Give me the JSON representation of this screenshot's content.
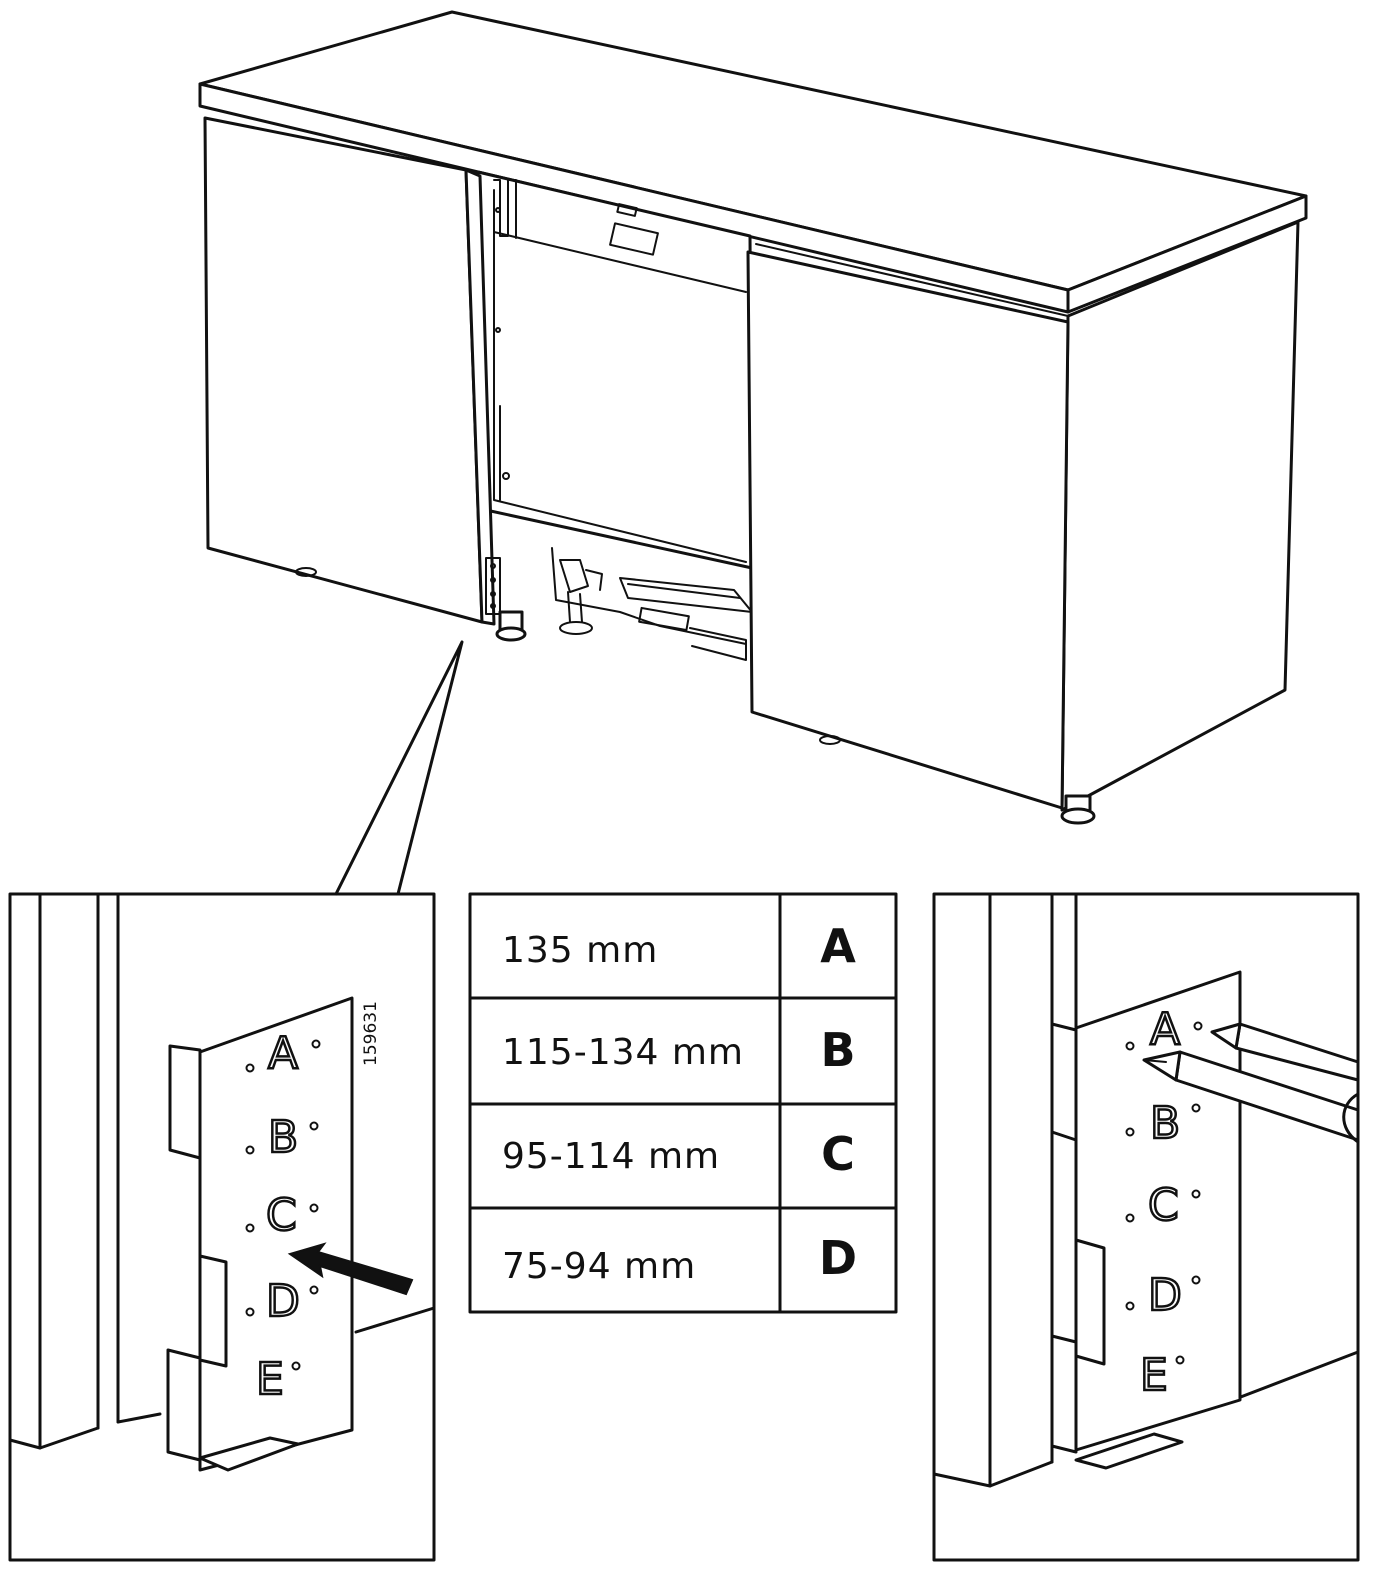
{
  "figure_code": "159631",
  "table": {
    "rows": [
      {
        "range": "135 mm",
        "letter": "A"
      },
      {
        "range": "115-134 mm",
        "letter": "B"
      },
      {
        "range": "95-114 mm",
        "letter": "C"
      },
      {
        "range": "75-94 mm",
        "letter": "D"
      }
    ]
  },
  "left_plate": {
    "labels": [
      "A",
      "B",
      "C",
      "D",
      "E"
    ]
  },
  "right_plate": {
    "labels": [
      "A",
      "B",
      "C",
      "D",
      "E"
    ]
  }
}
